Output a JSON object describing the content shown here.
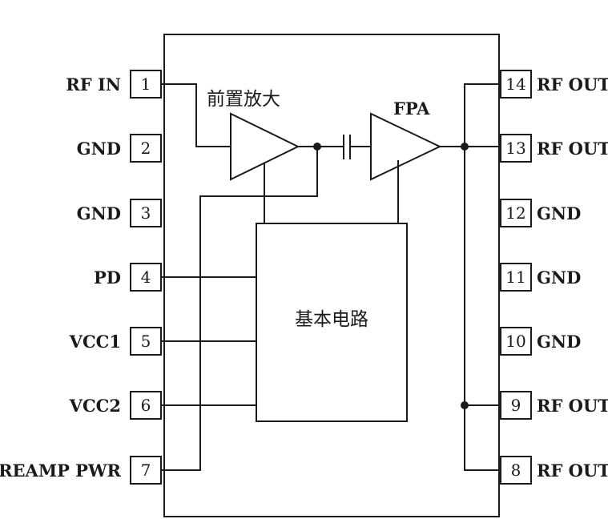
{
  "left_pins": [
    {
      "num": "1",
      "label": "RF IN"
    },
    {
      "num": "2",
      "label": "GND"
    },
    {
      "num": "3",
      "label": "GND"
    },
    {
      "num": "4",
      "label": "PD"
    },
    {
      "num": "5",
      "label": "VCC1"
    },
    {
      "num": "6",
      "label": "VCC2"
    },
    {
      "num": "7",
      "label": "PREAMP PWR"
    }
  ],
  "right_pins": [
    {
      "num": "14",
      "label": "RF OUT"
    },
    {
      "num": "13",
      "label": "RF OUT"
    },
    {
      "num": "12",
      "label": "GND"
    },
    {
      "num": "11",
      "label": "GND"
    },
    {
      "num": "10",
      "label": "GND"
    },
    {
      "num": "9",
      "label": "RF OUT"
    },
    {
      "num": "8",
      "label": "RF OUT"
    }
  ],
  "blocks": {
    "preamp_label": "前置放大",
    "fpa_label": "FPA",
    "core_label": "基本电路"
  }
}
